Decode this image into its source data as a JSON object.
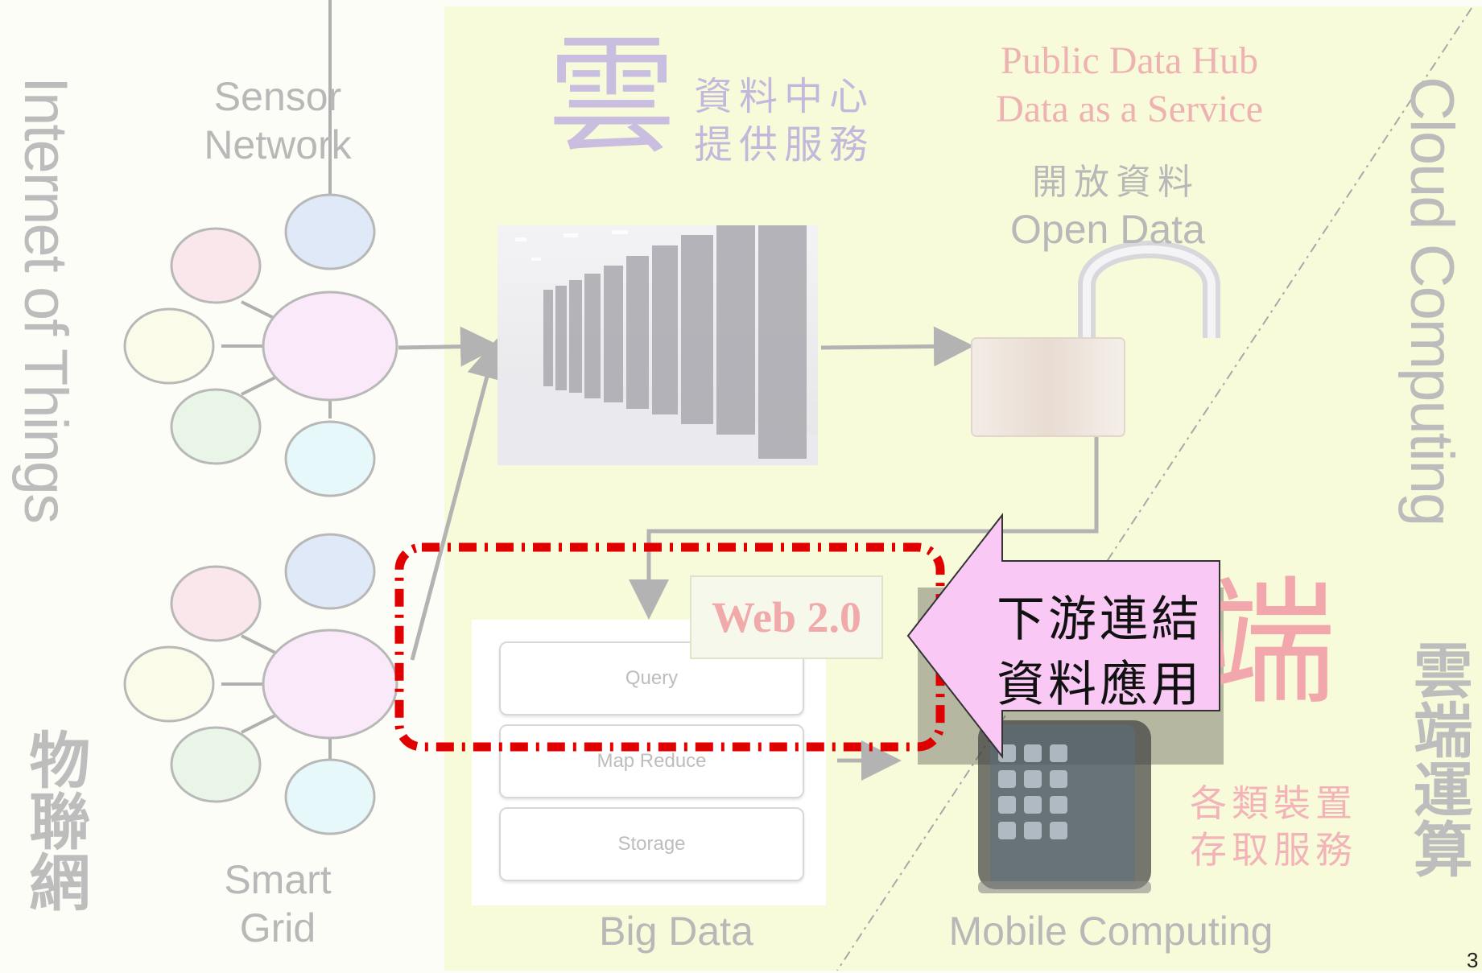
{
  "left_title": {
    "en": "Internet of Things",
    "zh": "物聯網"
  },
  "right_title": {
    "en": "Cloud Computing",
    "zh": "雲端運算"
  },
  "sensor_network_label": "Sensor\nNetwork",
  "smart_grid_label": "Smart\nGrid",
  "cloud": {
    "big_char": "雲",
    "sub_line1": "資料中心",
    "sub_line2": "提供服務"
  },
  "public_data_hub": {
    "line1": "Public Data Hub",
    "line2": "Data as a Service"
  },
  "open_data": {
    "zh": "開放資料",
    "en": "Open Data"
  },
  "big_data": {
    "label": "Big Data",
    "layers": [
      "Query",
      "Map Reduce",
      "Storage"
    ]
  },
  "web20_label": "Web 2.0",
  "callout": {
    "line1": "下游連結",
    "line2": "資料應用"
  },
  "mobile": {
    "label": "Mobile Computing",
    "big_char": "端",
    "sub_line1": "各類裝置",
    "sub_line2": "存取服務"
  },
  "page_number": "3",
  "colors": {
    "yellow_panel": "#f8fbd9",
    "highlight_red": "#e00000",
    "callout_pink": "#f9c8f4",
    "hub_pink": "#efb2b2",
    "cloud_purple": "#c9bde0"
  }
}
